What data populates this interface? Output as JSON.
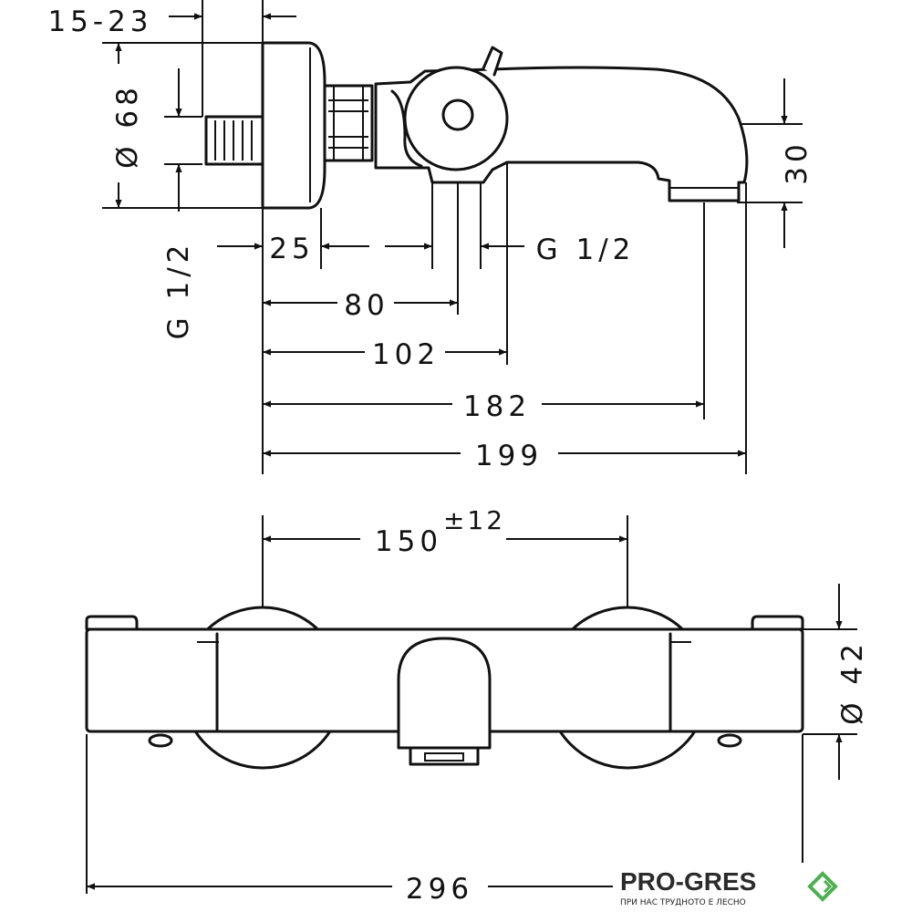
{
  "side_view": {
    "dim_top_left": "15-23",
    "dim_diameter_68": "Ø 68",
    "dim_thread_left": "G 1/2",
    "dim_25": "25",
    "dim_thread_right": "G 1/2",
    "dim_80": "80",
    "dim_102": "102",
    "dim_182": "182",
    "dim_199": "199",
    "dim_30": "30"
  },
  "front_view": {
    "dim_150": "150",
    "dim_150_tolerance": "±12",
    "dim_diameter_42": "Ø 42",
    "dim_296": "296"
  },
  "logo": {
    "name": "PRO-GRES",
    "tagline": "ПРИ НАС ТРУДНОТО Е ЛЕСНО",
    "accent_color": "#4caf50"
  }
}
